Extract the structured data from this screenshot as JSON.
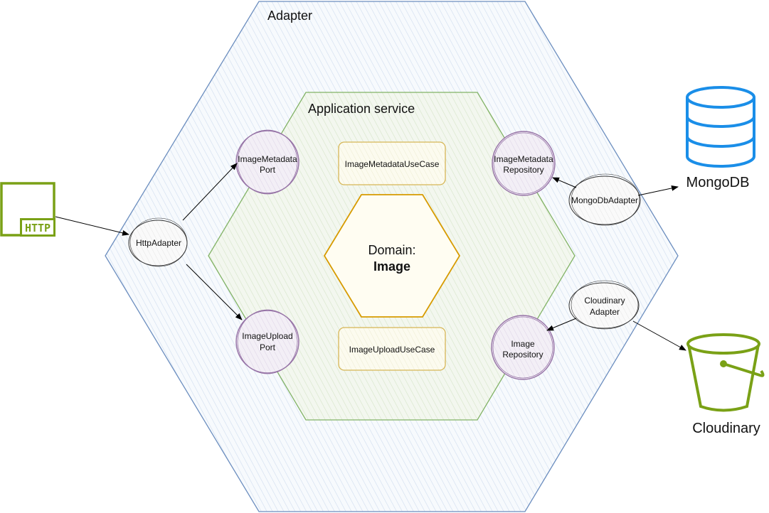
{
  "regions": {
    "adapter_label": "Adapter",
    "application_label": "Application service",
    "domain_label_1": "Domain:",
    "domain_label_2": "Image"
  },
  "ports": {
    "metadata_port_1": "ImageMetadata",
    "metadata_port_2": "Port",
    "upload_port_1": "ImageUpload",
    "upload_port_2": "Port"
  },
  "use_cases": {
    "metadata": "ImageMetadataUseCase",
    "upload": "ImageUploadUseCase"
  },
  "repositories": {
    "metadata_repo_1": "ImageMetadata",
    "metadata_repo_2": "Repository",
    "image_repo_1": "Image",
    "image_repo_2": "Repository"
  },
  "adapters": {
    "http": "HttpAdapter",
    "mongo": "MongoDbAdapter",
    "cloudinary_1": "Cloudinary",
    "cloudinary_2": "Adapter"
  },
  "external": {
    "http_icon_text": "HTTP",
    "mongodb": "MongoDB",
    "cloudinary": "Cloudinary"
  },
  "colors": {
    "adapter_stroke": "#6c8ebf",
    "application_stroke": "#82b366",
    "domain_stroke": "#d79b00",
    "usecase_stroke": "#d6b656",
    "port_stroke": "#9673a6",
    "mongodb_blue": "#1a8ee8",
    "green_icon": "#7aa116"
  }
}
